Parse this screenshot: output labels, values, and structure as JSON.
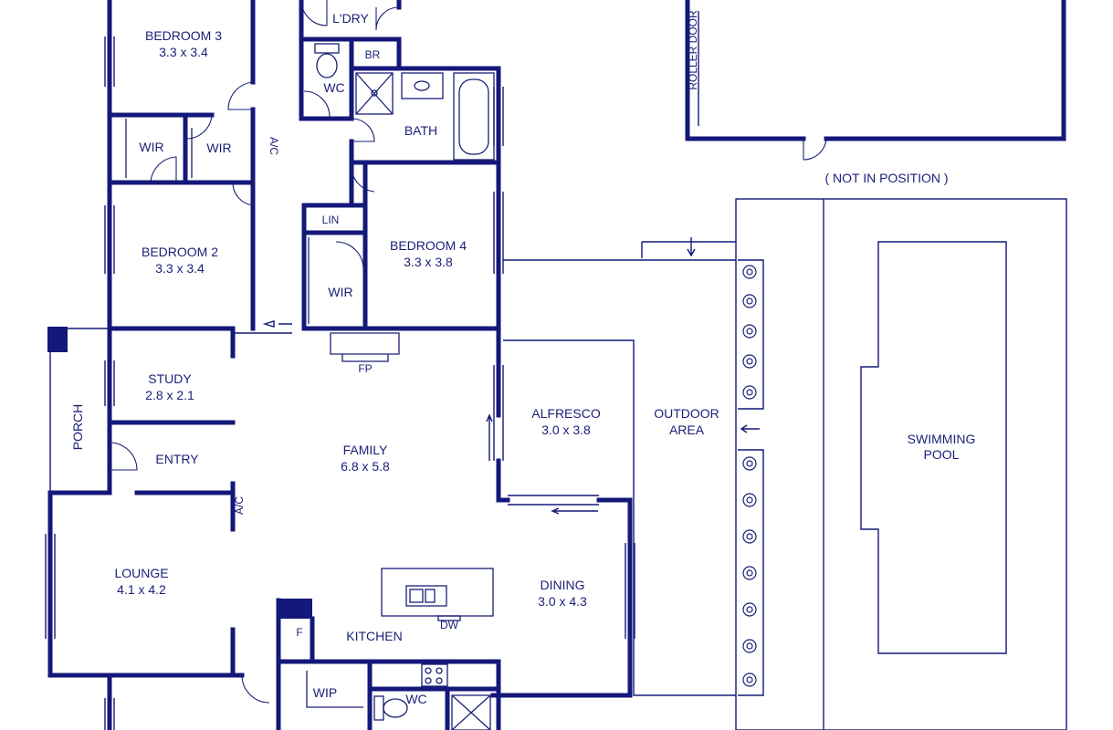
{
  "theme": {
    "line_color": "#141879",
    "text_color": "#1a1f77",
    "background": "#ffffff"
  },
  "rooms": {
    "bedroom3": {
      "name": "BEDROOM 3",
      "size": "3.3 x 3.4"
    },
    "bedroom2": {
      "name": "BEDROOM 2",
      "size": "3.3 x 3.4"
    },
    "bedroom4": {
      "name": "BEDROOM 4",
      "size": "3.3 x 3.8"
    },
    "study": {
      "name": "STUDY",
      "size": "2.8 x 2.1"
    },
    "family": {
      "name": "FAMILY",
      "size": "6.8 x 5.8"
    },
    "alfresco": {
      "name": "ALFRESCO",
      "size": "3.0 x 3.8"
    },
    "lounge": {
      "name": "LOUNGE",
      "size": "4.1 x 4.2"
    },
    "dining": {
      "name": "DINING",
      "size": "3.0 x 4.3"
    },
    "outdoor": {
      "line1": "OUTDOOR",
      "line2": "AREA"
    },
    "pool": {
      "line1": "SWIMMING",
      "line2": "POOL"
    }
  },
  "labels": {
    "laundry": "L'DRY",
    "br": "BR",
    "wc_upper": "WC",
    "bath": "BATH",
    "wir_left": "WIR",
    "wir_right": "WIR",
    "ac_upper": "A/C",
    "lin": "LIN",
    "wir_bed4": "WIR",
    "fp": "FP",
    "porch": "PORCH",
    "entry": "ENTRY",
    "ac_lower": "A/C",
    "kitchen": "KITCHEN",
    "dw": "DW",
    "f": "F",
    "wip": "WIP",
    "wc_lower": "WC",
    "roller_door": "ROLLER DOOR",
    "not_in_position": "( NOT IN POSITION )"
  }
}
